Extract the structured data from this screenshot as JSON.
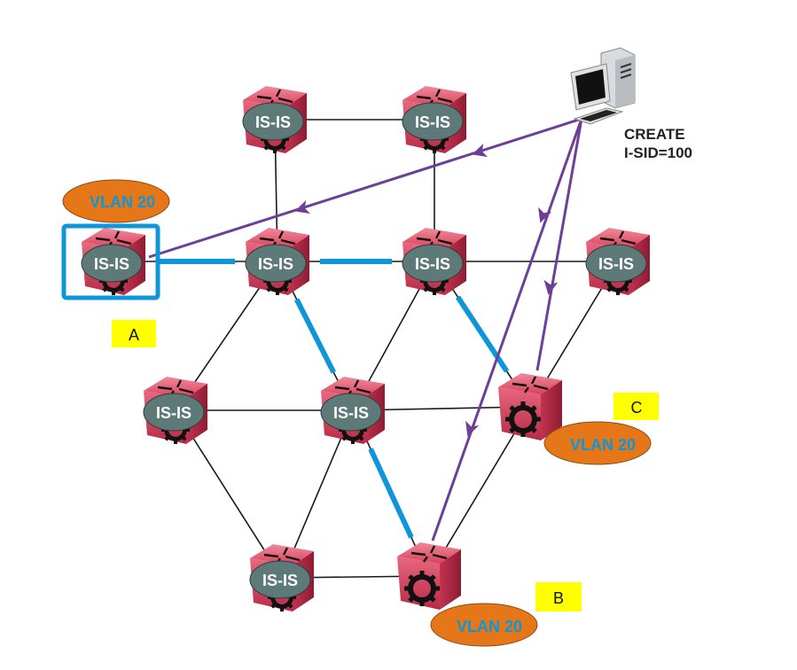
{
  "diagram": {
    "type": "network-topology",
    "colors": {
      "link": "#1a1a1a",
      "path_highlight": "#0d96d9",
      "provisioning_arrow": "#6d3f96",
      "switch_body": "#d9405a",
      "isis_oval": "#5d7a78",
      "vlan_oval": "#e57719",
      "vlan_text": "#0d96d9",
      "site_label_bg": "#ffff00",
      "selection_box": "#0d96d9"
    },
    "management_station": {
      "label_line1": "CREATE",
      "label_line2": "I-SID=100"
    },
    "nodes": [
      {
        "id": "n1",
        "label": "IS-IS",
        "role": "core"
      },
      {
        "id": "n2",
        "label": "IS-IS",
        "role": "core"
      },
      {
        "id": "a",
        "label": "IS-IS",
        "role": "edge",
        "site": "A",
        "vlan": "VLAN 20",
        "selected": true
      },
      {
        "id": "n4",
        "label": "IS-IS",
        "role": "core"
      },
      {
        "id": "n5",
        "label": "IS-IS",
        "role": "core"
      },
      {
        "id": "n6",
        "label": "IS-IS",
        "role": "core"
      },
      {
        "id": "n7",
        "label": "IS-IS",
        "role": "core"
      },
      {
        "id": "n8",
        "label": "IS-IS",
        "role": "core"
      },
      {
        "id": "c",
        "label": "",
        "role": "edge",
        "site": "C",
        "vlan": "VLAN 20"
      },
      {
        "id": "n10",
        "label": "IS-IS",
        "role": "core"
      },
      {
        "id": "b",
        "label": "",
        "role": "edge",
        "site": "B",
        "vlan": "VLAN 20"
      }
    ],
    "links": [
      [
        "n1",
        "n2"
      ],
      [
        "n1",
        "n4"
      ],
      [
        "n2",
        "n5"
      ],
      [
        "a",
        "n4"
      ],
      [
        "n4",
        "n5"
      ],
      [
        "n5",
        "n6"
      ],
      [
        "n4",
        "n7"
      ],
      [
        "n4",
        "n8"
      ],
      [
        "n5",
        "n8"
      ],
      [
        "n5",
        "c"
      ],
      [
        "n6",
        "c"
      ],
      [
        "n7",
        "n8"
      ],
      [
        "n8",
        "c"
      ],
      [
        "n7",
        "n10"
      ],
      [
        "n8",
        "n10"
      ],
      [
        "n10",
        "b"
      ],
      [
        "n8",
        "b"
      ],
      [
        "c",
        "b"
      ]
    ],
    "highlighted_path": [
      [
        "a",
        "n4"
      ],
      [
        "n4",
        "n5"
      ],
      [
        "n4",
        "n8"
      ],
      [
        "n8",
        "b"
      ],
      [
        "n5",
        "c"
      ]
    ],
    "provisioning_targets": [
      "a",
      "b",
      "c"
    ],
    "site_labels": {
      "a": "A",
      "b": "B",
      "c": "C"
    },
    "vlan_label": "VLAN 20"
  }
}
